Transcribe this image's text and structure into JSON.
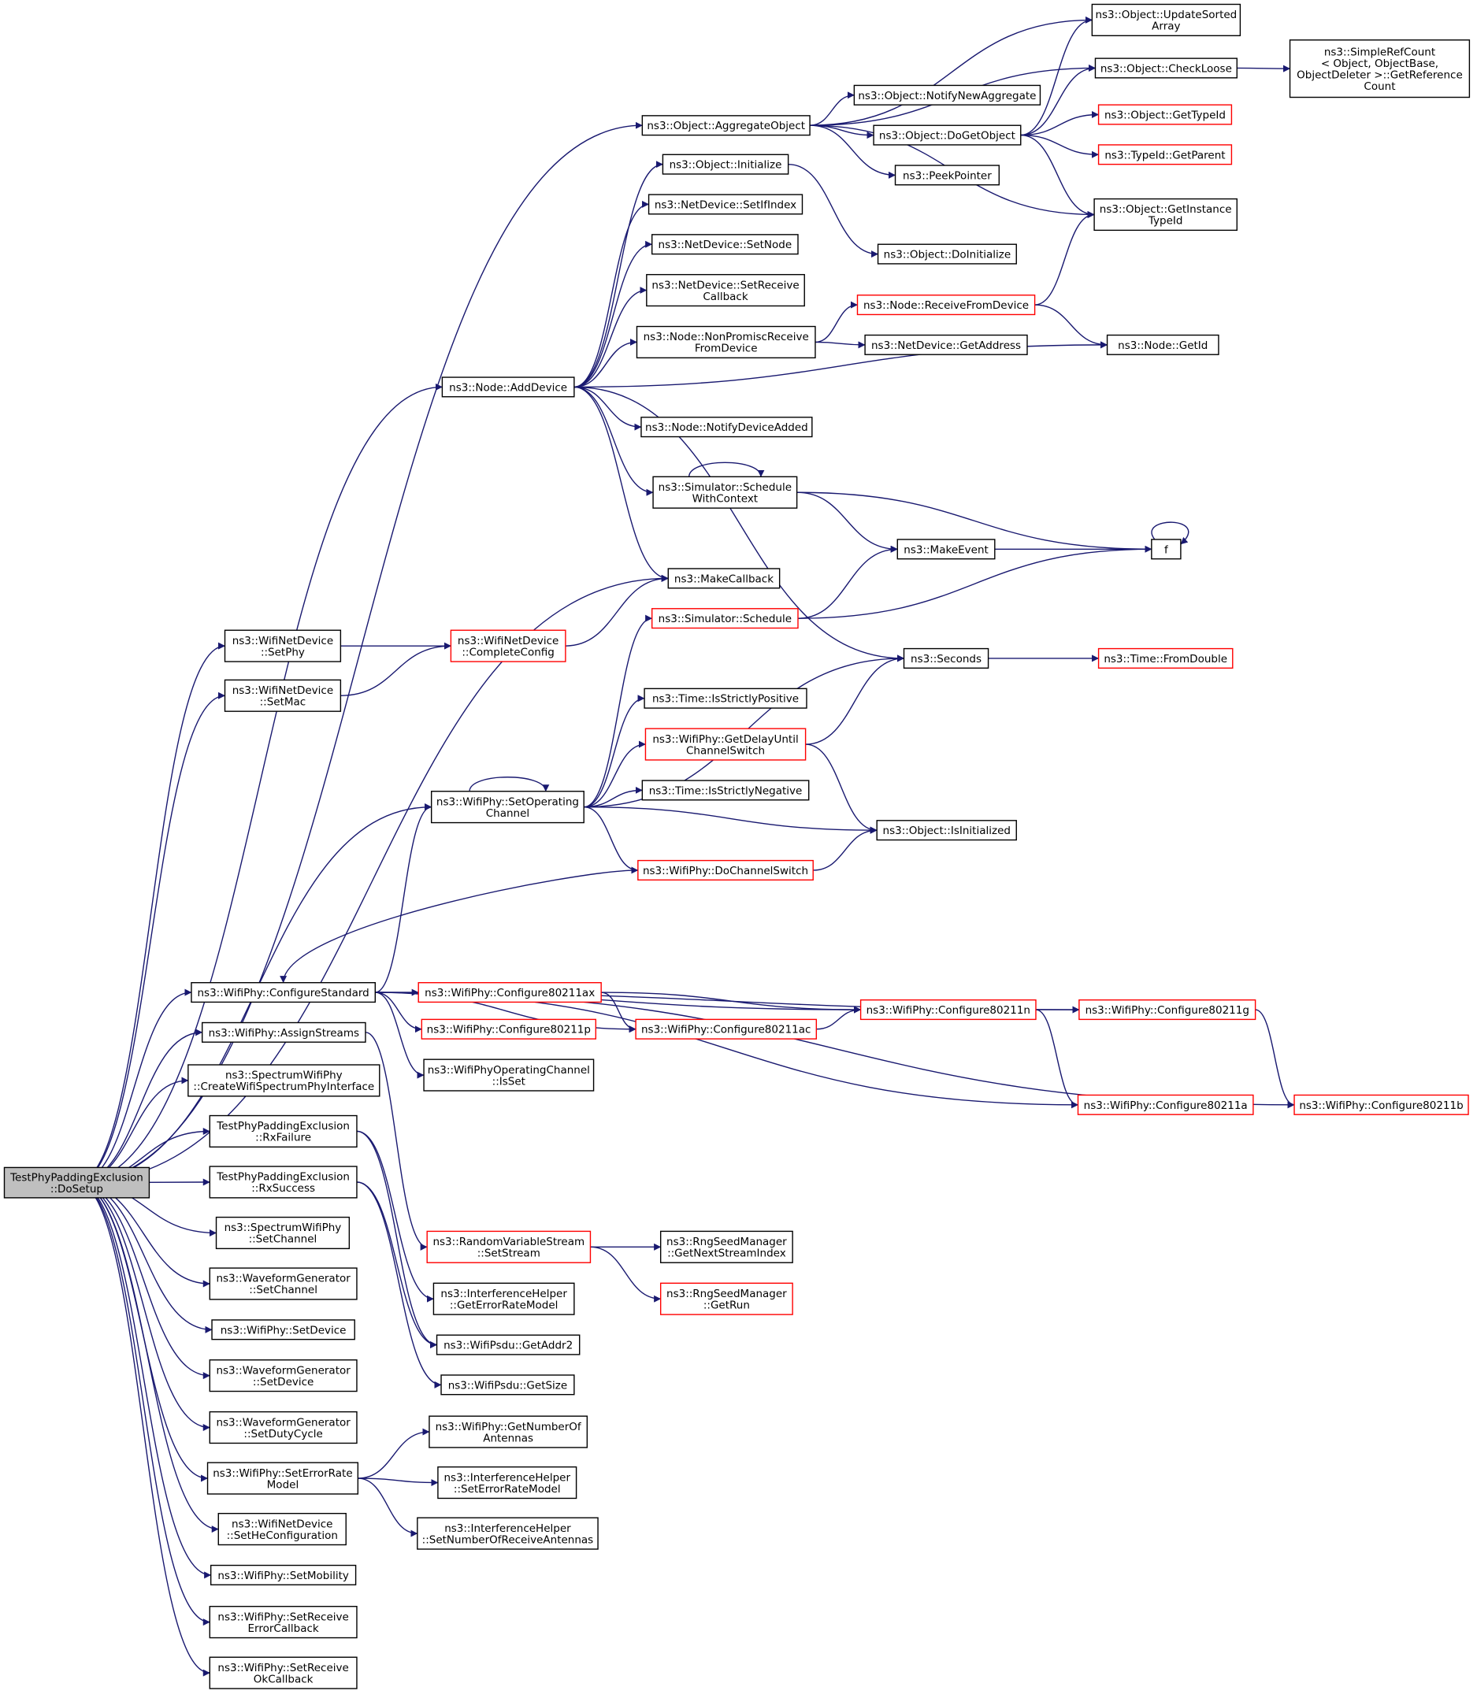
{
  "graph": {
    "nodes": [
      {
        "id": "root",
        "lines": [
          "TestPhyPaddingExclusion",
          "::DoSetup"
        ]
      },
      {
        "id": "aggregate",
        "lines": [
          "ns3::Object::AggregateObject"
        ]
      },
      {
        "id": "updateSorted",
        "lines": [
          "ns3::Object::UpdateSorted",
          "Array"
        ]
      },
      {
        "id": "checkLoose",
        "lines": [
          "ns3::Object::CheckLoose"
        ]
      },
      {
        "id": "simpleRef",
        "lines": [
          "ns3::SimpleRefCount",
          "< Object, ObjectBase,",
          "ObjectDeleter >::GetReference",
          "Count"
        ]
      },
      {
        "id": "notifyNewAgg",
        "lines": [
          "ns3::Object::NotifyNewAggregate"
        ]
      },
      {
        "id": "doGetObject",
        "lines": [
          "ns3::Object::DoGetObject"
        ]
      },
      {
        "id": "getTypeId",
        "lines": [
          "ns3::Object::GetTypeId"
        ]
      },
      {
        "id": "getParent",
        "lines": [
          "ns3::TypeId::GetParent"
        ]
      },
      {
        "id": "peekPointer",
        "lines": [
          "ns3::PeekPointer"
        ]
      },
      {
        "id": "getInstanceTypeId",
        "lines": [
          "ns3::Object::GetInstance",
          "TypeId"
        ]
      },
      {
        "id": "initialize",
        "lines": [
          "ns3::Object::Initialize"
        ]
      },
      {
        "id": "doInitialize",
        "lines": [
          "ns3::Object::DoInitialize"
        ]
      },
      {
        "id": "setIfIndex",
        "lines": [
          "ns3::NetDevice::SetIfIndex"
        ]
      },
      {
        "id": "setNode",
        "lines": [
          "ns3::NetDevice::SetNode"
        ]
      },
      {
        "id": "setReceiveCallback",
        "lines": [
          "ns3::NetDevice::SetReceive",
          "Callback"
        ]
      },
      {
        "id": "receiveFromDevice",
        "lines": [
          "ns3::Node::ReceiveFromDevice"
        ]
      },
      {
        "id": "nonPromisc",
        "lines": [
          "ns3::Node::NonPromiscReceive",
          "FromDevice"
        ]
      },
      {
        "id": "getAddress",
        "lines": [
          "ns3::NetDevice::GetAddress"
        ]
      },
      {
        "id": "getId",
        "lines": [
          "ns3::Node::GetId"
        ]
      },
      {
        "id": "addDevice",
        "lines": [
          "ns3::Node::AddDevice"
        ]
      },
      {
        "id": "notifyDeviceAdded",
        "lines": [
          "ns3::Node::NotifyDeviceAdded"
        ]
      },
      {
        "id": "scheduleWithContext",
        "lines": [
          "ns3::Simulator::Schedule",
          "WithContext"
        ]
      },
      {
        "id": "f",
        "lines": [
          "f"
        ]
      },
      {
        "id": "makeEvent",
        "lines": [
          "ns3::MakeEvent"
        ]
      },
      {
        "id": "makeCallback",
        "lines": [
          "ns3::MakeCallback"
        ]
      },
      {
        "id": "schedule",
        "lines": [
          "ns3::Simulator::Schedule"
        ]
      },
      {
        "id": "setPhy",
        "lines": [
          "ns3::WifiNetDevice",
          "::SetPhy"
        ]
      },
      {
        "id": "completeConfig",
        "lines": [
          "ns3::WifiNetDevice",
          "::CompleteConfig"
        ]
      },
      {
        "id": "seconds",
        "lines": [
          "ns3::Seconds"
        ]
      },
      {
        "id": "fromDouble",
        "lines": [
          "ns3::Time::FromDouble"
        ]
      },
      {
        "id": "setMac",
        "lines": [
          "ns3::WifiNetDevice",
          "::SetMac"
        ]
      },
      {
        "id": "isStrictlyPositive",
        "lines": [
          "ns3::Time::IsStrictlyPositive"
        ]
      },
      {
        "id": "getDelayUntil",
        "lines": [
          "ns3::WifiPhy::GetDelayUntil",
          "ChannelSwitch"
        ]
      },
      {
        "id": "setOperatingChannel",
        "lines": [
          "ns3::WifiPhy::SetOperating",
          "Channel"
        ]
      },
      {
        "id": "isStrictlyNegative",
        "lines": [
          "ns3::Time::IsStrictlyNegative"
        ]
      },
      {
        "id": "isInitialized",
        "lines": [
          "ns3::Object::IsInitialized"
        ]
      },
      {
        "id": "doChannelSwitch",
        "lines": [
          "ns3::WifiPhy::DoChannelSwitch"
        ]
      },
      {
        "id": "configureStandard",
        "lines": [
          "ns3::WifiPhy::ConfigureStandard"
        ]
      },
      {
        "id": "c80211ax",
        "lines": [
          "ns3::WifiPhy::Configure80211ax"
        ]
      },
      {
        "id": "c80211n",
        "lines": [
          "ns3::WifiPhy::Configure80211n"
        ]
      },
      {
        "id": "c80211g",
        "lines": [
          "ns3::WifiPhy::Configure80211g"
        ]
      },
      {
        "id": "c80211p",
        "lines": [
          "ns3::WifiPhy::Configure80211p"
        ]
      },
      {
        "id": "c80211ac",
        "lines": [
          "ns3::WifiPhy::Configure80211ac"
        ]
      },
      {
        "id": "assignStreams",
        "lines": [
          "ns3::WifiPhy::AssignStreams"
        ]
      },
      {
        "id": "opChannelIsSet",
        "lines": [
          "ns3::WifiPhyOperatingChannel",
          "::IsSet"
        ]
      },
      {
        "id": "createSpectrum",
        "lines": [
          "ns3::SpectrumWifiPhy",
          "::CreateWifiSpectrumPhyInterface"
        ]
      },
      {
        "id": "c80211a",
        "lines": [
          "ns3::WifiPhy::Configure80211a"
        ]
      },
      {
        "id": "c80211b",
        "lines": [
          "ns3::WifiPhy::Configure80211b"
        ]
      },
      {
        "id": "rxFailure",
        "lines": [
          "TestPhyPaddingExclusion",
          "::RxFailure"
        ]
      },
      {
        "id": "rxSuccess",
        "lines": [
          "TestPhyPaddingExclusion",
          "::RxSuccess"
        ]
      },
      {
        "id": "setStream",
        "lines": [
          "ns3::RandomVariableStream",
          "::SetStream"
        ]
      },
      {
        "id": "nextStreamIndex",
        "lines": [
          "ns3::RngSeedManager",
          "::GetNextStreamIndex"
        ]
      },
      {
        "id": "getRun",
        "lines": [
          "ns3::RngSeedManager",
          "::GetRun"
        ]
      },
      {
        "id": "spectrumSetChannel",
        "lines": [
          "ns3::SpectrumWifiPhy",
          "::SetChannel"
        ]
      },
      {
        "id": "getErrorRateModel",
        "lines": [
          "ns3::InterferenceHelper",
          "::GetErrorRateModel"
        ]
      },
      {
        "id": "waveSetChannel",
        "lines": [
          "ns3::WaveformGenerator",
          "::SetChannel"
        ]
      },
      {
        "id": "getAddr2",
        "lines": [
          "ns3::WifiPsdu::GetAddr2"
        ]
      },
      {
        "id": "phySetDevice",
        "lines": [
          "ns3::WifiPhy::SetDevice"
        ]
      },
      {
        "id": "getSize",
        "lines": [
          "ns3::WifiPsdu::GetSize"
        ]
      },
      {
        "id": "waveSetDevice",
        "lines": [
          "ns3::WaveformGenerator",
          "::SetDevice"
        ]
      },
      {
        "id": "waveSetDuty",
        "lines": [
          "ns3::WaveformGenerator",
          "::SetDutyCycle"
        ]
      },
      {
        "id": "getNumAntennas",
        "lines": [
          "ns3::WifiPhy::GetNumberOf",
          "Antennas"
        ]
      },
      {
        "id": "setErrorRateModel",
        "lines": [
          "ns3::WifiPhy::SetErrorRate",
          "Model"
        ]
      },
      {
        "id": "ihSetErrorRate",
        "lines": [
          "ns3::InterferenceHelper",
          "::SetErrorRateModel"
        ]
      },
      {
        "id": "setNumRxAntennas",
        "lines": [
          "ns3::InterferenceHelper",
          "::SetNumberOfReceiveAntennas"
        ]
      },
      {
        "id": "setHeConfig",
        "lines": [
          "ns3::WifiNetDevice",
          "::SetHeConfiguration"
        ]
      },
      {
        "id": "setMobility",
        "lines": [
          "ns3::WifiPhy::SetMobility"
        ]
      },
      {
        "id": "setRxErrorCb",
        "lines": [
          "ns3::WifiPhy::SetReceive",
          "ErrorCallback"
        ]
      },
      {
        "id": "setRxOkCb",
        "lines": [
          "ns3::WifiPhy::SetReceive",
          "OkCallback"
        ]
      }
    ]
  }
}
